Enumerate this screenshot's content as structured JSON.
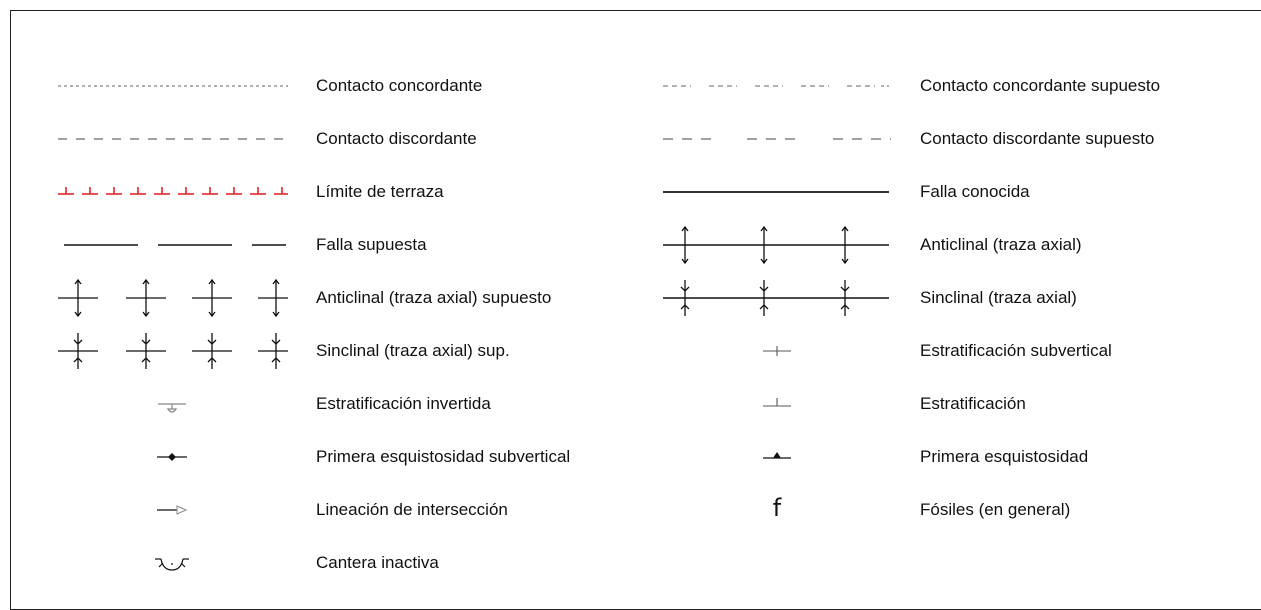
{
  "legend": {
    "left": [
      {
        "label": "Contacto concordante",
        "symbol": "dotted-line"
      },
      {
        "label": "Contacto discordante",
        "symbol": "dashed-line"
      },
      {
        "label": "Límite de terraza",
        "symbol": "terrace-limit-red"
      },
      {
        "label": "Falla supuesta",
        "symbol": "long-dash-line"
      },
      {
        "label": "Anticlinal (traza axial) supuesto",
        "symbol": "anticline-dashed"
      },
      {
        "label": "Sinclinal (traza axial) sup.",
        "symbol": "syncline-dashed"
      },
      {
        "label": "Estratificación invertida",
        "symbol": "overturned-bedding"
      },
      {
        "label": "Primera esquistosidad subvertical",
        "symbol": "diamond-tick"
      },
      {
        "label": "Lineación de intersección",
        "symbol": "open-arrow"
      },
      {
        "label": "Cantera inactiva",
        "symbol": "quarry"
      }
    ],
    "right": [
      {
        "label": "Contacto concordante supuesto",
        "symbol": "short-dash-groups"
      },
      {
        "label": "Contacto discordante supuesto",
        "symbol": "dash-groups"
      },
      {
        "label": "Falla conocida",
        "symbol": "solid-line"
      },
      {
        "label": "Anticlinal (traza axial)",
        "symbol": "anticline-solid"
      },
      {
        "label": "Sinclinal (traza axial)",
        "symbol": "syncline-solid"
      },
      {
        "label": "Estratificación subvertical",
        "symbol": "cross-tick"
      },
      {
        "label": "Estratificación",
        "symbol": "bedding-tick"
      },
      {
        "label": "Primera esquistosidad",
        "symbol": "triangle-tick"
      },
      {
        "label": "Fósiles (en general)",
        "symbol": "fossil-f",
        "glyph": "f"
      }
    ]
  },
  "colors": {
    "line": "#222222",
    "terrace": "#e8262a",
    "grey": "#888888"
  }
}
